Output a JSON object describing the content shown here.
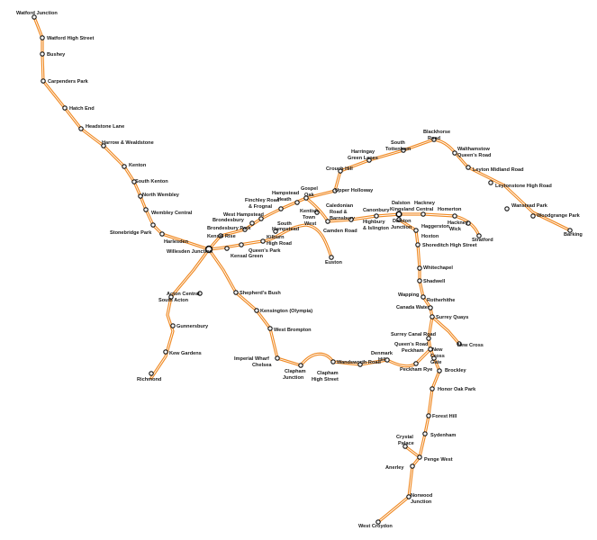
{
  "map": {
    "line_color": "#f08a24",
    "stations": {
      "watford_junction": "Watford Junction",
      "watford_high_street": "Watford High Street",
      "bushey": "Bushey",
      "carpenders_park": "Carpenders Park",
      "hatch_end": "Hatch End",
      "headstone_lane": "Headstone Lane",
      "harrow_wealdstone": "Harrow & Wealdstone",
      "kenton": "Kenton",
      "south_kenton": "South Kenton",
      "north_wembley": "North Wembley",
      "wembley_central": "Wembley Central",
      "stonebridge_park": "Stonebridge Park",
      "harlesden": "Harlesden",
      "willesden_junction": "Willesden Junction",
      "kensal_rise": "Kensal Rise",
      "brondesbury_park": "Brondesbury Park",
      "brondesbury": "Brondesbury",
      "west_hampstead": "West Hampstead",
      "finchley_road_1": "Finchley Road",
      "finchley_road_2": "& Frognal",
      "hampstead_heath_1": "Hampstead",
      "hampstead_heath_2": "Heath",
      "gospel_oak_1": "Gospel",
      "gospel_oak_2": "Oak",
      "kentish_town_west_1": "Kentish",
      "kentish_town_west_2": "Town",
      "kentish_town_west_3": "West",
      "camden_road": "Camden Road",
      "caledonian_road_1": "Caledonian",
      "caledonian_road_2": "Road &",
      "caledonian_road_3": "Barnsbury",
      "highbury_1": "Highbury",
      "highbury_2": "& Islington",
      "canonbury": "Canonbury",
      "dalston_kingsland_1": "Dalston",
      "dalston_kingsland_2": "Kingsland",
      "dalston_junction_1": "Dalston",
      "dalston_junction_2": "Junction",
      "hackney_central_1": "Hackney",
      "hackney_central_2": "Central",
      "homerton": "Homerton",
      "hackney_wick_1": "Hackney",
      "hackney_wick_2": "Wick",
      "stratford": "Stratford",
      "upper_holloway": "Upper Holloway",
      "crouch_hill": "Crouch Hill",
      "harringay_1": "Harringay",
      "harringay_2": "Green Lanes",
      "south_tottenham_1": "South",
      "south_tottenham_2": "Tottenham",
      "blackhorse_road_1": "Blackhorse",
      "blackhorse_road_2": "Road",
      "walthamstow_1": "Walthamstow",
      "walthamstow_2": "Queen's Road",
      "leyton_midland_road": "Leyton Midland Road",
      "leytonstone_high_road": "Leytonstone High Road",
      "wanstead_park": "Wanstead Park",
      "woodgrange_park": "Woodgrange Park",
      "barking": "Barking",
      "south_hampstead_1": "South",
      "south_hampstead_2": "Hampstead",
      "kilburn_1": "Kilburn",
      "kilburn_2": "High Road",
      "queens_park": "Queen's Park",
      "kensal_green": "Kensal Green",
      "euston": "Euston",
      "acton_central": "Acton Central",
      "south_acton": "South Acton",
      "gunnersbury": "Gunnersbury",
      "kew_gardens": "Kew Gardens",
      "richmond": "Richmond",
      "shepherds_bush": "Shepherd's Bush",
      "kensington_olympia": "Kensington (Olympia)",
      "west_brompton": "West Brompton",
      "imperial_wharf_1": "Imperial Wharf",
      "imperial_wharf_2": "Chelsea",
      "clapham_junction_1": "Clapham",
      "clapham_junction_2": "Junction",
      "clapham_high_street_1": "Clapham",
      "clapham_high_street_2": "High Street",
      "wandsworth_road": "Wandsworth Road",
      "denmark_hill_1": "Denmark",
      "denmark_hill_2": "Hill",
      "peckham_rye": "Peckham Rye",
      "queens_road_peckham_1": "Queen's Road",
      "queens_road_peckham_2": "Peckham",
      "haggerston": "Haggerston",
      "hoxton": "Hoxton",
      "shoreditch_high_street": "Shoreditch High Street",
      "whitechapel": "Whitechapel",
      "shadwell": "Shadwell",
      "wapping": "Wapping",
      "rotherhithe": "Rotherhithe",
      "canada_water": "Canada Water",
      "surrey_quays": "Surrey Quays",
      "surrey_canal_road": "Surrey Canal Road",
      "new_cross": "New Cross",
      "new_cross_gate_1": "New",
      "new_cross_gate_2": "Cross",
      "new_cross_gate_3": "Gate",
      "brockley": "Brockley",
      "honor_oak_park": "Honor Oak Park",
      "forest_hill": "Forest Hill",
      "sydenham": "Sydenham",
      "crystal_palace_1": "Crystal",
      "crystal_palace_2": "Palace",
      "penge_west": "Penge West",
      "anerley": "Anerley",
      "norwood_junction_1": "Norwood",
      "norwood_junction_2": "Junction",
      "west_croydon": "West Croydon"
    }
  }
}
